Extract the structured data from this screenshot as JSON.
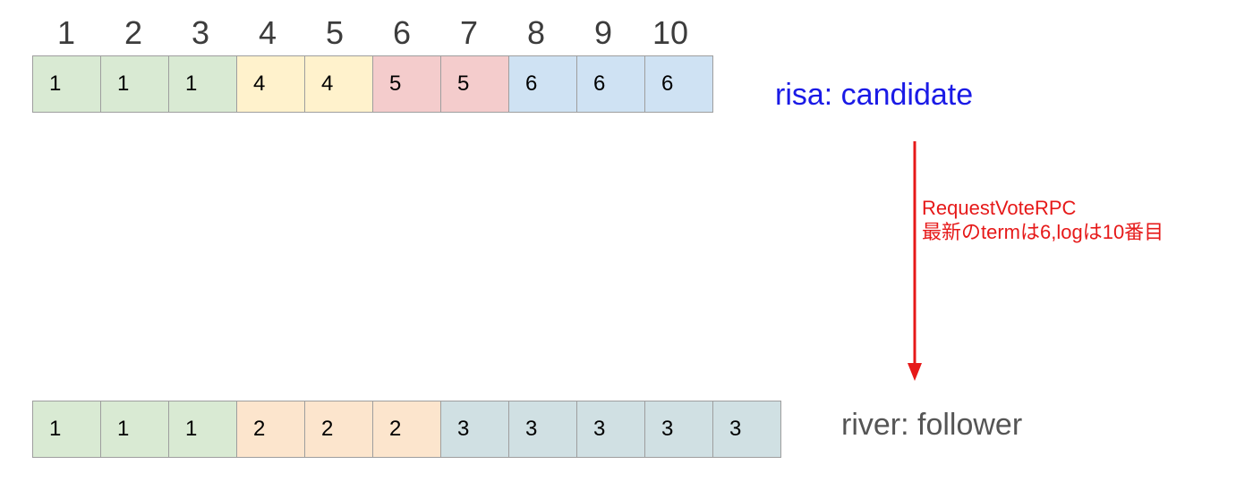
{
  "indices": [
    "1",
    "2",
    "3",
    "4",
    "5",
    "6",
    "7",
    "8",
    "9",
    "10"
  ],
  "candidate": {
    "label": "risa: candidate",
    "color": "#1a1ae6",
    "entries": [
      {
        "term": "1",
        "color": "#d9ead3"
      },
      {
        "term": "1",
        "color": "#d9ead3"
      },
      {
        "term": "1",
        "color": "#d9ead3"
      },
      {
        "term": "4",
        "color": "#fff2cc"
      },
      {
        "term": "4",
        "color": "#fff2cc"
      },
      {
        "term": "5",
        "color": "#f4cccc"
      },
      {
        "term": "5",
        "color": "#f4cccc"
      },
      {
        "term": "6",
        "color": "#cfe2f3"
      },
      {
        "term": "6",
        "color": "#cfe2f3"
      },
      {
        "term": "6",
        "color": "#cfe2f3"
      }
    ]
  },
  "follower": {
    "label": "river: follower",
    "color": "#555555",
    "entries": [
      {
        "term": "1",
        "color": "#d9ead3"
      },
      {
        "term": "1",
        "color": "#d9ead3"
      },
      {
        "term": "1",
        "color": "#d9ead3"
      },
      {
        "term": "2",
        "color": "#fce5cd"
      },
      {
        "term": "2",
        "color": "#fce5cd"
      },
      {
        "term": "2",
        "color": "#fce5cd"
      },
      {
        "term": "3",
        "color": "#d0e0e3"
      },
      {
        "term": "3",
        "color": "#d0e0e3"
      },
      {
        "term": "3",
        "color": "#d0e0e3"
      },
      {
        "term": "3",
        "color": "#d0e0e3"
      },
      {
        "term": "3",
        "color": "#d0e0e3"
      }
    ]
  },
  "rpc": {
    "title": "RequestVoteRPC",
    "detail": "最新のtermは6,logは10番目",
    "color": "#e61919"
  }
}
